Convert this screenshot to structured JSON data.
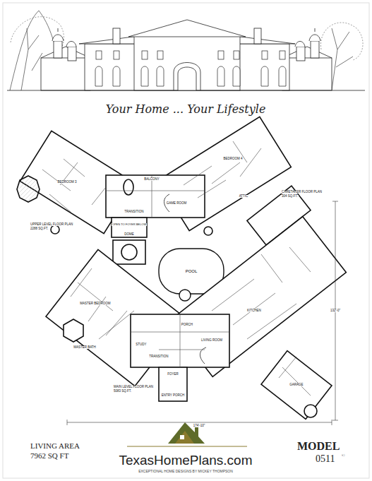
{
  "diagram": {
    "title": "Your Home ... Your Lifestyle",
    "nodes": [
      {
        "text": [
          "POOL"
        ]
      }
    ],
    "labels": [
      "UPPER LEVEL FLOOR PLAN",
      "2288 SQ.FT.",
      "BALCONY",
      "TRANSITION",
      "OPEN TO FOYER BELOW",
      "DOME",
      "ATTIC",
      "BEDROOM 3",
      "BEDROOM 4",
      "GAME ROOM",
      "CARETAKER FLOOR PLAN",
      "304 SQ.FT.",
      "PORCH",
      "TRANSITION",
      "FOYER",
      "ENTRY PORCH",
      "MAIN LEVEL FLOOR PLAN",
      "5083 SQ.FT.",
      "LIVING ROOM",
      "KITCHEN",
      "MASTER BEDROOM",
      "MASTER BATH",
      "STUDY",
      "GARAGE",
      "174'-10\"",
      "132'-0\"",
      "LIVING AREA",
      "7962 SQ FT",
      "MODEL",
      "0511",
      "©",
      "TexasHomePlans.com",
      "EXCEPTIONAL HOME DESIGNS BY MICKEY THOMPSON"
    ]
  }
}
